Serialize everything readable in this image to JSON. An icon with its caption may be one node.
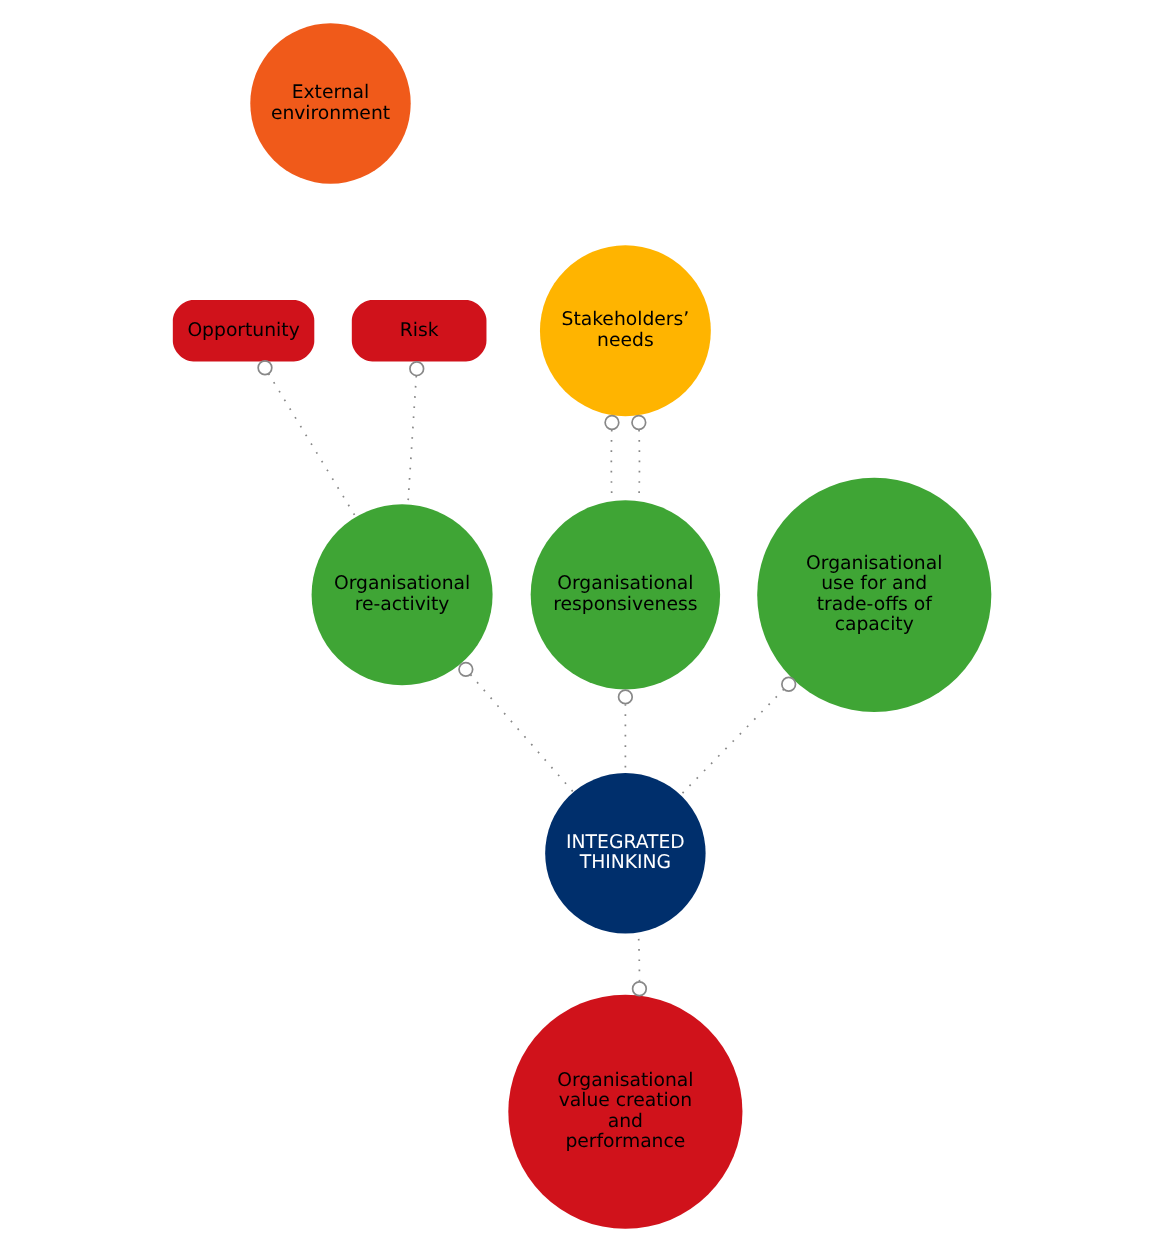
{
  "diagram": {
    "nodes": [
      {
        "text": [
          "External environment"
        ]
      },
      {
        "text": [
          "Opportunity"
        ]
      },
      {
        "text": [
          "Risk"
        ]
      },
      {
        "text": [
          "Stakeholders’ needs"
        ]
      },
      {
        "text": [
          "Organisational re-activity"
        ]
      },
      {
        "text": [
          "Organisational responsiveness"
        ]
      },
      {
        "text": [
          "Organisational use for and trade-offs of capacity"
        ]
      },
      {
        "text": [
          "INTEGRATED THINKING"
        ]
      },
      {
        "text": [
          "Organisational value creation and performance"
        ]
      }
    ],
    "edges": [
      {
        "from": 1,
        "to": 4,
        "arrow": "other"
      },
      {
        "from": 2,
        "to": 4,
        "arrow": "other"
      },
      {
        "from": 3,
        "to": 5,
        "arrow": "other"
      },
      {
        "from": 3,
        "to": 5,
        "arrow": "other"
      },
      {
        "from": 4,
        "to": 7,
        "arrow": "other"
      },
      {
        "from": 5,
        "to": 7,
        "arrow": "other"
      },
      {
        "from": 6,
        "to": 7,
        "arrow": "other"
      },
      {
        "from": 8,
        "to": 7,
        "arrow": "other"
      }
    ]
  }
}
